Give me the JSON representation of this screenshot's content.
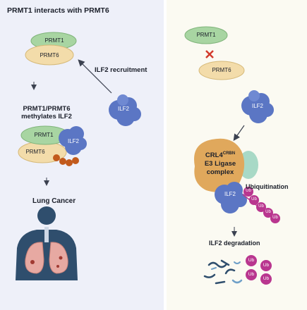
{
  "left": {
    "title": "PRMT1 interacts with PRMT6",
    "prmt1": "PRMT1",
    "prmt6": "PRMT6",
    "ilf2_recruitment": "ILF2 recruitment",
    "ilf2": "ILF2",
    "methylates": "PRMT1/PRMT6",
    "methylates_line2": "methylates ILF2",
    "complex_prmt1": "PRMT1",
    "complex_prmt6": "PRMT6",
    "complex_ilf2": "ILF2",
    "lung_cancer": "Lung Cancer"
  },
  "right": {
    "prmt1": "PRMT1",
    "prmt6": "PRMT6",
    "ilf2": "ILF2",
    "crl4": "CRL4",
    "crl4_sup": "CRBN",
    "e3_line1": "E3 Ligase",
    "e3_line2": "complex",
    "ubiquitination": "Ubiquitination",
    "complex_ilf2": "ILF2",
    "ub": "Ub",
    "degradation": "ILF2 degradation"
  },
  "colors": {
    "prmt1": "#a8d5a2",
    "prmt6": "#f3dcaa",
    "ilf2": "#5b76c4",
    "crl4": "#e0a85c",
    "ub": "#b9368f",
    "lung": "#e7a9a2",
    "body": "#2f4e6d"
  }
}
